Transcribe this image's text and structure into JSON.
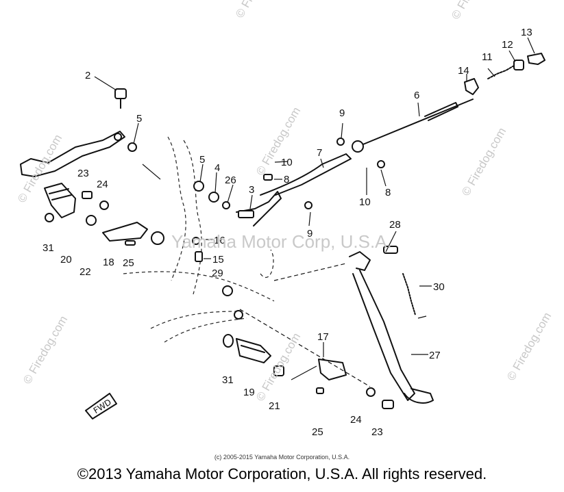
{
  "watermark": {
    "text": "© Firedog.com",
    "center_text": "Yamaha Motor Corp, U.S.A."
  },
  "footer": {
    "small": "(c) 2005-2015 Yamaha Motor Corporation, U.S.A.",
    "main": "©2013 Yamaha Motor Corporation, U.S.A. All rights reserved."
  },
  "diagram": {
    "fwd_label": "FWD",
    "callouts": [
      "2",
      "5",
      "5",
      "4",
      "26",
      "3",
      "9",
      "10",
      "8",
      "7",
      "6",
      "9",
      "10",
      "8",
      "14",
      "11",
      "12",
      "13",
      "23",
      "24",
      "31",
      "20",
      "22",
      "18",
      "25",
      "16",
      "15",
      "29",
      "28",
      "30",
      "27",
      "17",
      "31",
      "19",
      "21",
      "25",
      "24",
      "23"
    ]
  }
}
